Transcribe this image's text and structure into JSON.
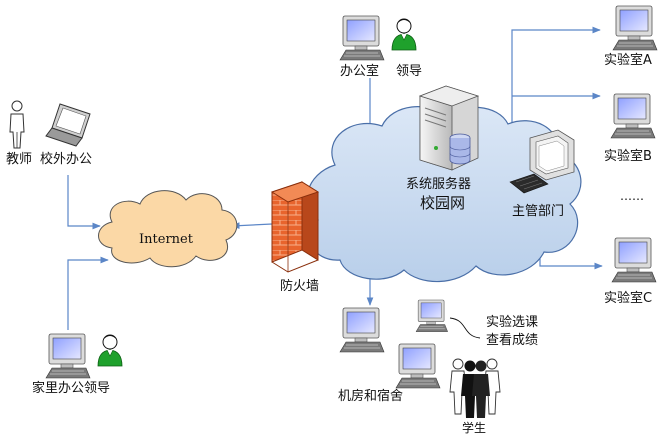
{
  "nodes": {
    "office": "办公室",
    "leader": "领导",
    "lab_a": "实验室A",
    "lab_b": "实验室B",
    "lab_c": "实验室C",
    "ellipsis": "……",
    "server": "系统服务器",
    "campus_net": "校园网",
    "admin": "主管部门",
    "teacher": "教师",
    "remote_office": "校外办公",
    "internet": "Internet",
    "firewall": "防火墙",
    "home_leader": "家里办公领导",
    "dorm": "机房和宿舍",
    "course_select": "实验选课",
    "check_grades": "查看成绩",
    "student": "学生"
  },
  "colors": {
    "cloud_campus": "#c6d8ef",
    "cloud_internet": "#fbd8a6",
    "link": "#5b86c7",
    "firewall": "#e8642d",
    "person_green": "#1fa12c"
  }
}
